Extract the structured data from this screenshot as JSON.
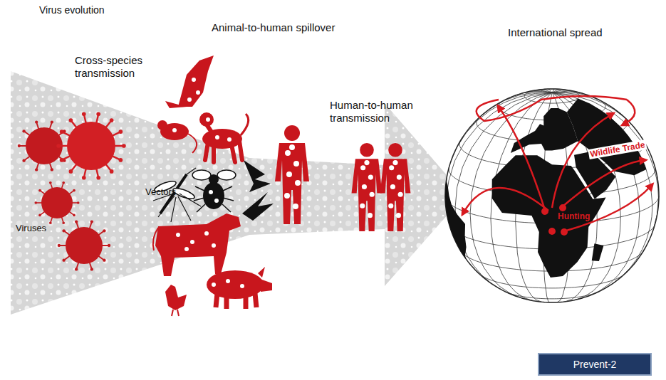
{
  "diagram": {
    "nodes": [
      {
        "text": [
          "Prevent-2"
        ]
      }
    ],
    "labels": [
      "Virus evolution",
      "Animal-to-human spillover",
      "International spread",
      "Cross-species transmission",
      "Human-to-human transmission",
      "Vectors",
      "Viruses",
      "Wildlife Trade",
      "Hunting"
    ]
  }
}
